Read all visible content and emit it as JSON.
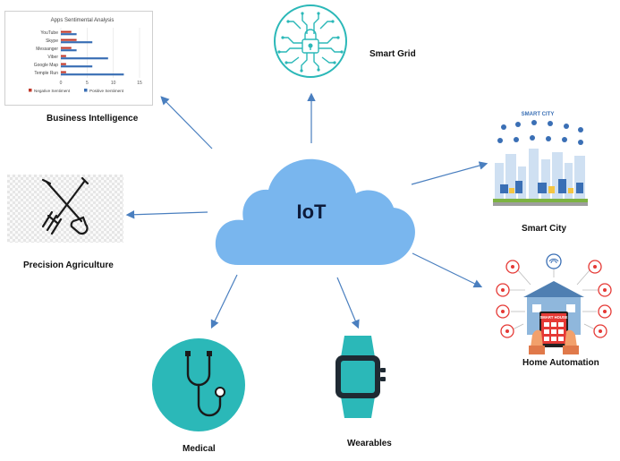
{
  "center": {
    "label": "IoT"
  },
  "nodes": {
    "business_intelligence": "Business Intelligence",
    "smart_grid": "Smart Grid",
    "smart_city": "Smart City",
    "precision_agriculture": "Precision Agriculture",
    "home_automation": "Home Automation",
    "medical": "Medical",
    "wearables": "Wearables"
  },
  "chart_data": {
    "type": "bar",
    "title": "Apps Sentimental Analysis",
    "categories": [
      "YouTube",
      "Skype",
      "Messanger",
      "Viber",
      "Google Map",
      "Temple Run"
    ],
    "series": [
      {
        "name": "Negative Sentiment",
        "values": [
          2,
          3,
          2,
          1,
          1,
          1
        ],
        "color": "#c0392b"
      },
      {
        "name": "Positive Sentiment",
        "values": [
          3,
          6,
          3,
          9,
          6,
          12
        ],
        "color": "#3a6fb5"
      }
    ],
    "x_ticks": [
      "0",
      "5",
      "10",
      "15"
    ],
    "xlim": [
      0,
      15
    ],
    "legend_position": "bottom"
  },
  "smart_city_image": {
    "title": "SMART CITY"
  },
  "home_image": {
    "sign": "SMART HOUSE"
  },
  "colors": {
    "cloud": "#79b6ee",
    "arrow": "#4a7fbf",
    "teal": "#2bb8b8",
    "alert": "#e53935"
  }
}
